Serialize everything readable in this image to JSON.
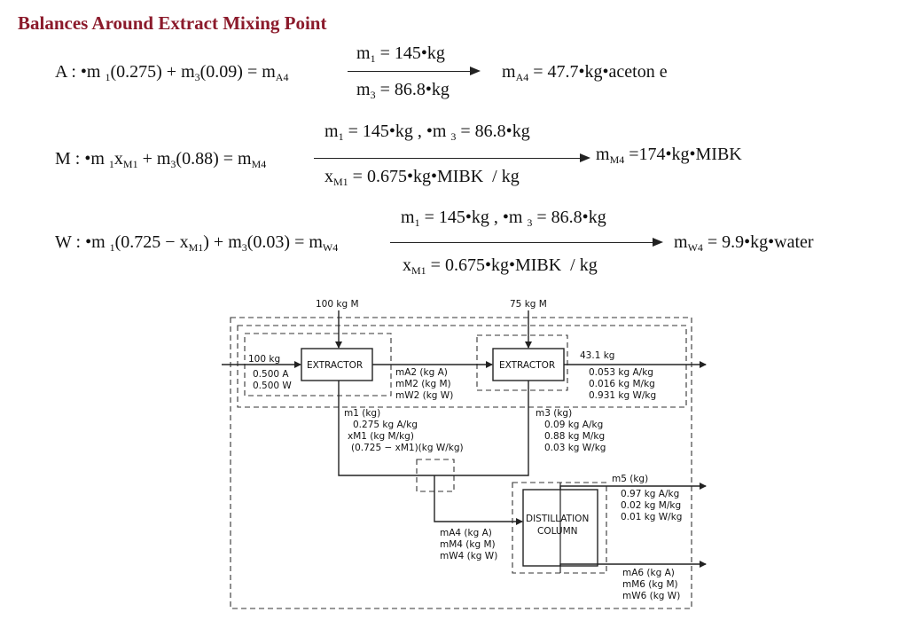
{
  "title": "Balances Around Extract Mixing Point",
  "equations": {
    "a": {
      "label": "A : ",
      "above": "m1 = 145•kg",
      "below": "m3 = 86.8•kg",
      "result_value": "= 47.7•kg•aceton  e"
    },
    "m": {
      "label": "M : ",
      "above": "m1 = 145•kg , •m 3 = 86.8•kg",
      "below": "xM1 = 0.675•kg•MIBK  / kg",
      "result_value": "=174•kg•MIBK"
    },
    "w": {
      "label": "W : ",
      "above": "m1 = 145•kg , •m 3 = 86.8•kg",
      "below": "xM1 = 0.675•kg•MIBK  / kg",
      "result_value": "= 9.9•kg•water"
    }
  },
  "diagram": {
    "feed_m_left": "100 kg M",
    "feed_m_right": "75 kg M",
    "extractor_left": "EXTRACTOR",
    "extractor_right": "EXTRACTOR",
    "feed": [
      "100 kg",
      "0.500 A",
      "0.500 W"
    ],
    "intermediate": [
      "mA2 (kg A)",
      "mM2 (kg M)",
      "mW2 (kg W)"
    ],
    "raffinate": [
      "43.1 kg",
      "0.053 kg A/kg",
      "0.016 kg M/kg",
      "0.931 kg W/kg"
    ],
    "extract1": [
      "m1 (kg)",
      "0.275 kg A/kg",
      "xM1 (kg M/kg)",
      "(0.725 − xM1)(kg W/kg)"
    ],
    "extract2": [
      "m3 (kg)",
      "0.09 kg A/kg",
      "0.88 kg M/kg",
      "0.03 kg W/kg"
    ],
    "column_line1": "DISTILLATION",
    "column_line2": "COLUMN",
    "mixed": [
      "mA4 (kg A)",
      "mM4 (kg M)",
      "mW4 (kg W)"
    ],
    "top_product": [
      "m5 (kg)",
      "0.97 kg A/kg",
      "0.02 kg M/kg",
      "0.01 kg W/kg"
    ],
    "bottom_product": [
      "mA6 (kg A)",
      "mM6 (kg M)",
      "mW6 (kg W)"
    ]
  }
}
